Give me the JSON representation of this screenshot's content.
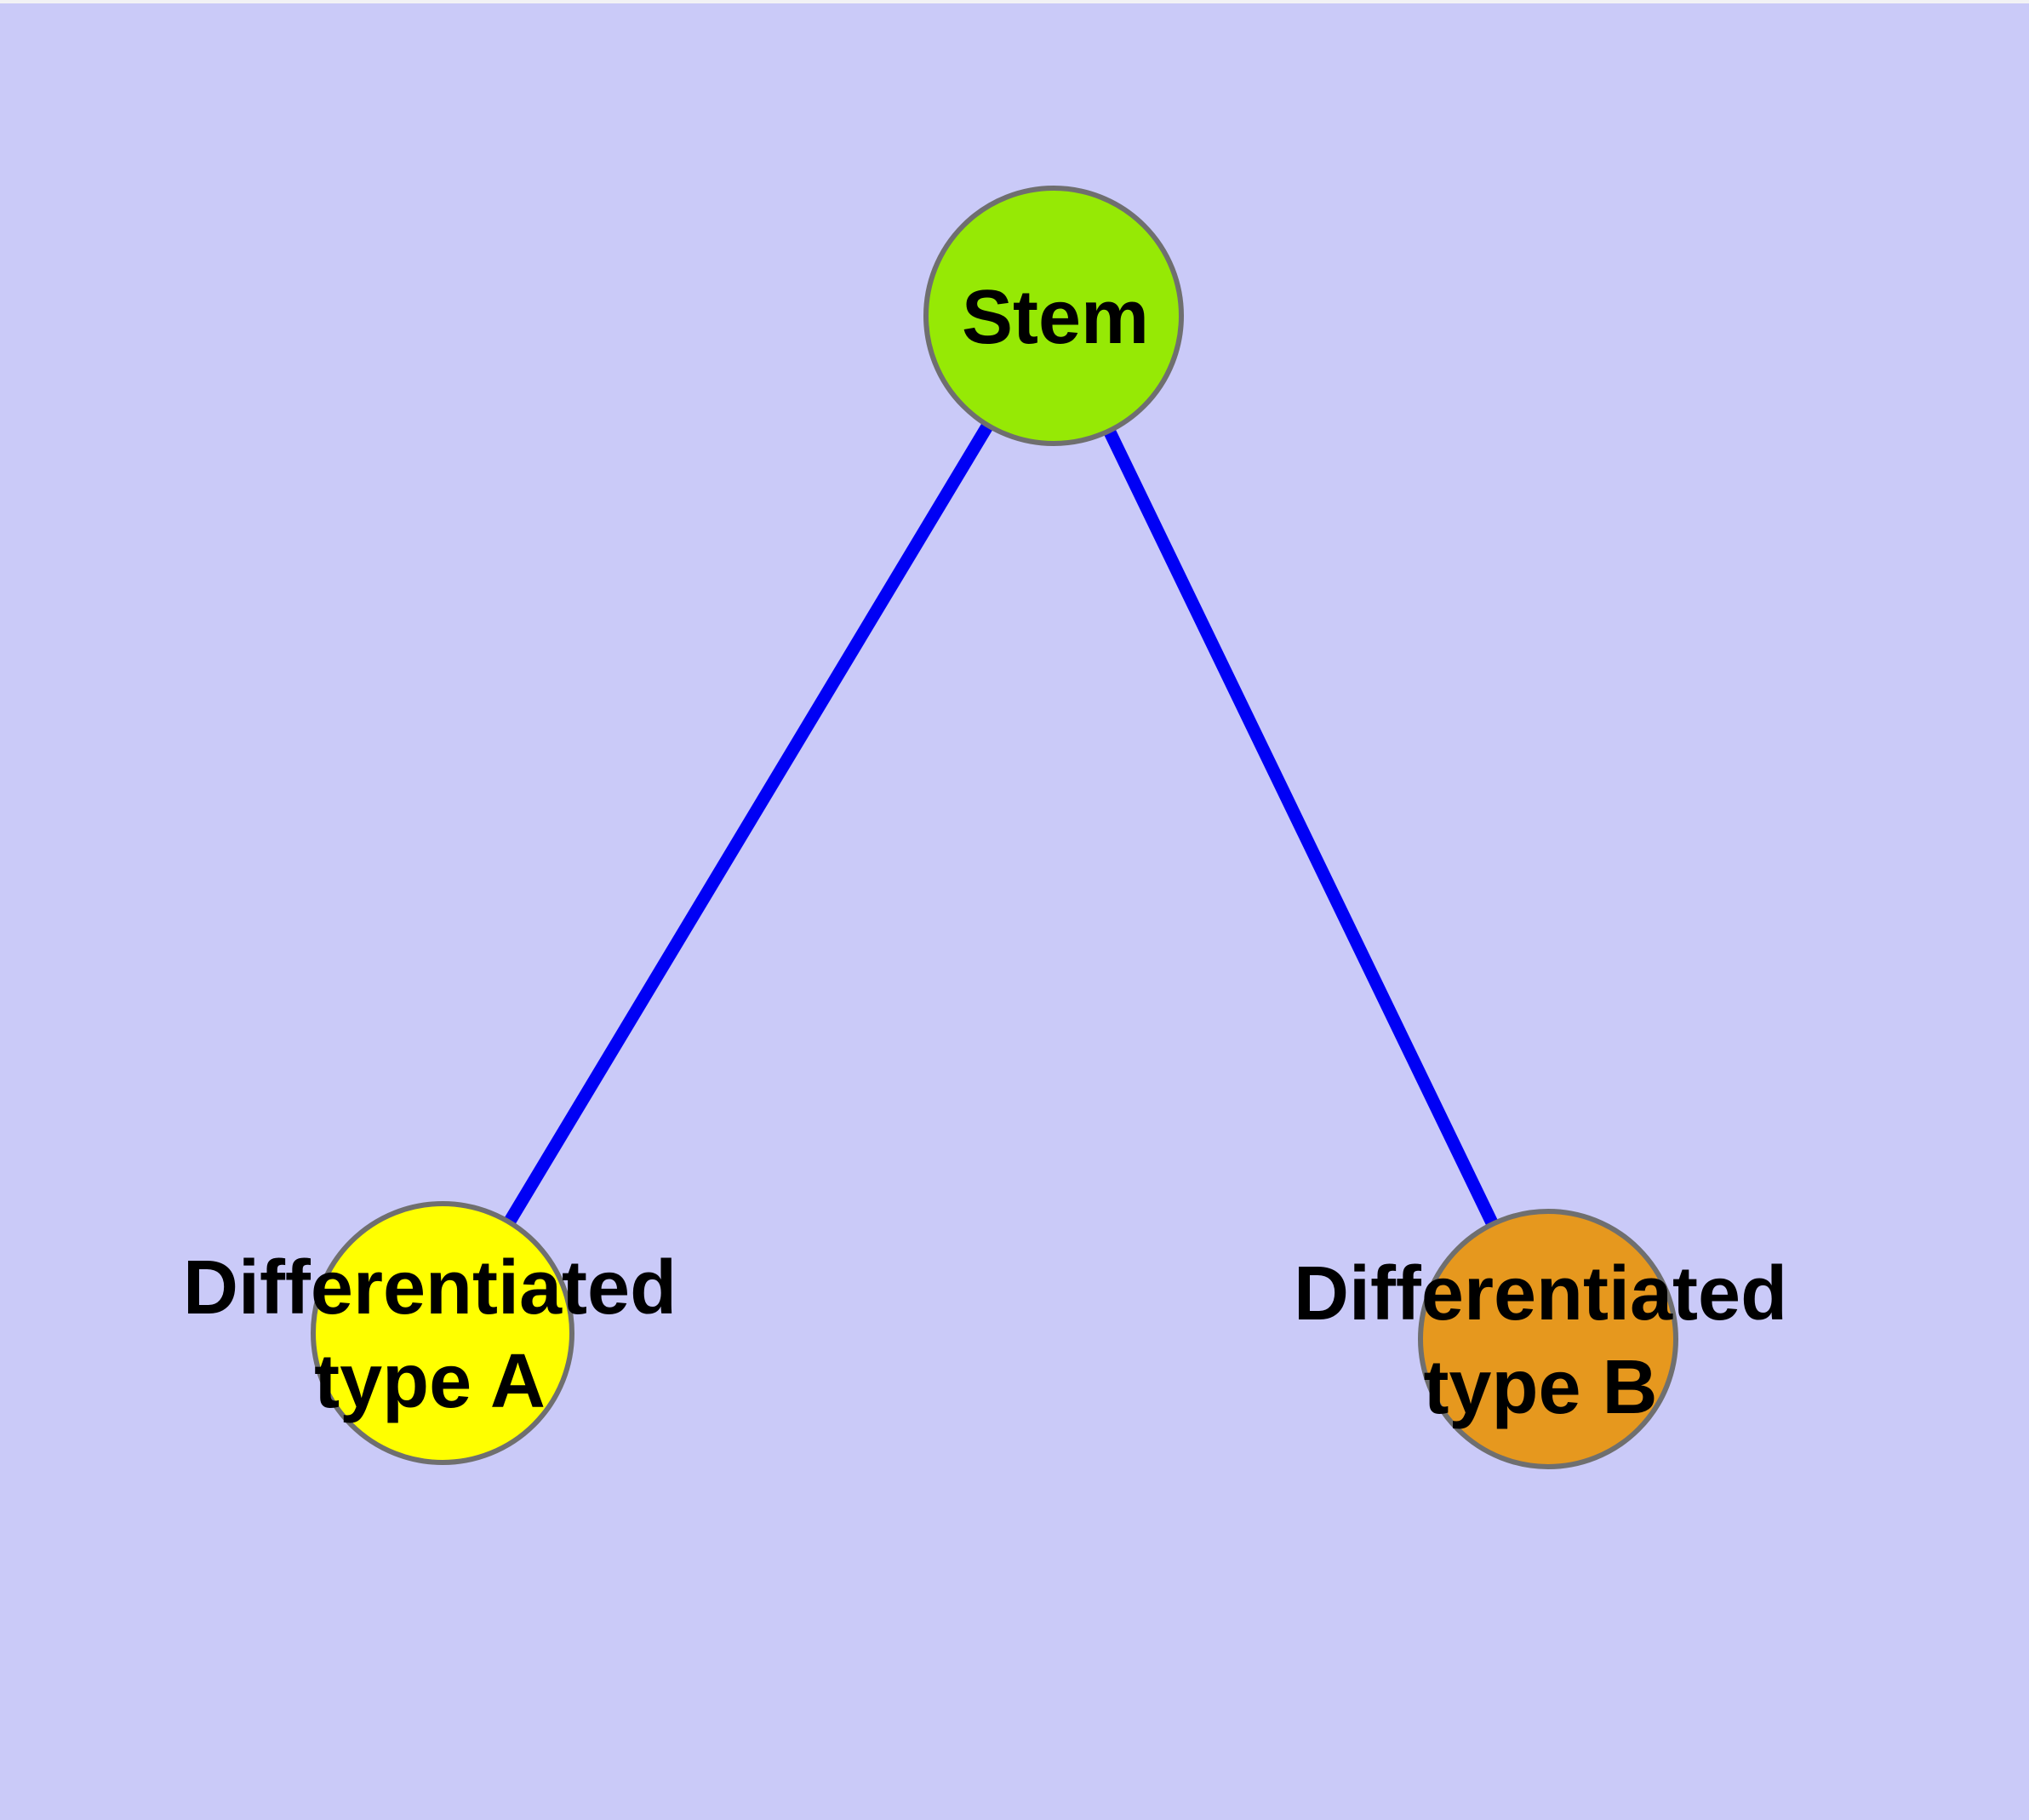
{
  "diagram": {
    "background_color": "#CACAF8",
    "edge_color": "#0000F5",
    "node_border_color": "#6F6F6F",
    "text_color": "#000000",
    "nodes": [
      {
        "id": "stem",
        "label": "Stem",
        "fill": "#96E905"
      },
      {
        "id": "differentiated-type-a",
        "label": "Differentiated\ntype A",
        "fill": "#FFFF00"
      },
      {
        "id": "differentiated-type-b",
        "label": "Differentiated\ntype B",
        "fill": "#E6981E"
      }
    ],
    "edges": [
      {
        "from": "stem",
        "to": "differentiated-type-a"
      },
      {
        "from": "stem",
        "to": "differentiated-type-b"
      }
    ]
  }
}
